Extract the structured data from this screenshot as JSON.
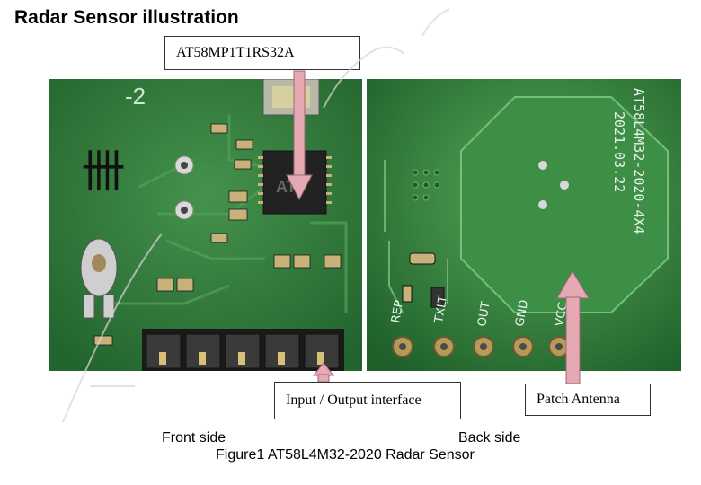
{
  "document": {
    "title": "Radar Sensor illustration",
    "front_caption": "Front side",
    "back_caption": "Back side",
    "figure_caption": "Figure1 AT58L4M32-2020 Radar Sensor"
  },
  "callouts": {
    "chip_label": "AT58MP1T1RS32A",
    "io_label": "Input / Output interface",
    "antenna_label": "Patch Antenna"
  },
  "pcb_front": {
    "silkscreen_number": "-2",
    "handwritten_mark": "卌",
    "chip_marking": "AT"
  },
  "pcb_back": {
    "model_text": "AT58L4M32-2020-4X4",
    "date_text": "2021.03.22",
    "pin_labels": [
      "REP",
      "TXLT",
      "OUT",
      "GND",
      "VCC"
    ]
  },
  "colors": {
    "pcb_green": "#2f7a3a",
    "pcb_dark": "#1f5a28",
    "trace": "#4f9c57",
    "pad_gold": "#c9b27a",
    "arrow_pink": "#e6a8b2"
  }
}
